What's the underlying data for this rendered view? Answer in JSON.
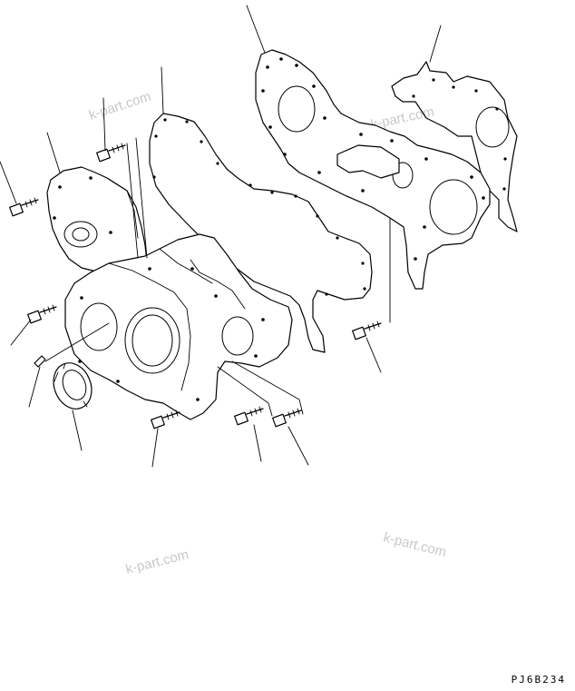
{
  "watermarks": [
    "k-part.com",
    "k-part.com",
    "k-part.com",
    "k-part.com"
  ],
  "drawing_code": "PJ6B234"
}
